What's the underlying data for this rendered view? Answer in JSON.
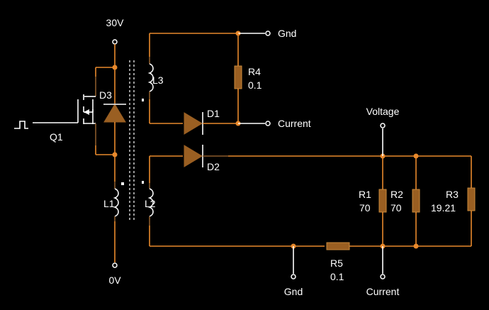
{
  "labels": {
    "v30": "30V",
    "v0": "0V",
    "q1": "Q1",
    "d3": "D3",
    "d1": "D1",
    "d2": "D2",
    "l1": "L1",
    "l2": "L2",
    "l3": "L3",
    "gnd_top": "Gnd",
    "current_top": "Current",
    "voltage": "Voltage",
    "gnd_bottom": "Gnd",
    "current_bottom": "Current",
    "r1": "R1",
    "r1_val": "70",
    "r2": "R2",
    "r2_val": "70",
    "r3": "R3",
    "r3_val": "19.21",
    "r4": "R4",
    "r4_val": "0.1",
    "r5": "R5",
    "r5_val": "0.1"
  },
  "colors": {
    "wire": "#e8892c",
    "component": "#9a5f22",
    "background": "#000000",
    "text": "#ffffff"
  }
}
